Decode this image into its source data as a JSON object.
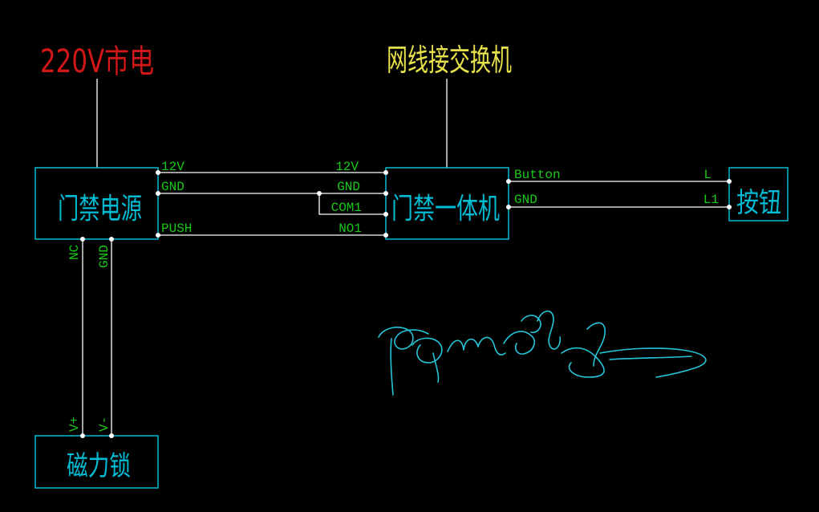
{
  "labels": {
    "mains_power": "220V市电",
    "network_switch": "网线接交换机"
  },
  "boxes": {
    "power_supply": "门禁电源",
    "controller": "门禁一体机",
    "button": "按钮",
    "maglock": "磁力锁"
  },
  "terminals": {
    "psu_12v": "12V",
    "psu_gnd": "GND",
    "psu_push": "PUSH",
    "ctl_12v": "12V",
    "ctl_gnd": "GND",
    "ctl_com1": "COM1",
    "ctl_no1": "NO1",
    "ctl_button": "Button",
    "ctl_gnd2": "GND",
    "btn_l": "L",
    "btn_l1": "L1",
    "psu_nc": "NC",
    "psu_gnd_bottom": "GND",
    "lock_vplus": "V+",
    "lock_vminus": "V-"
  },
  "colors": {
    "background": "#000000",
    "box_stroke": "#00bcd4",
    "box_text": "#00bcd4",
    "wire": "#ffffff",
    "terminal_text": "#19c919",
    "mains_label": "#d11717",
    "switch_label": "#e6e04a",
    "signature": "#26c6da"
  }
}
